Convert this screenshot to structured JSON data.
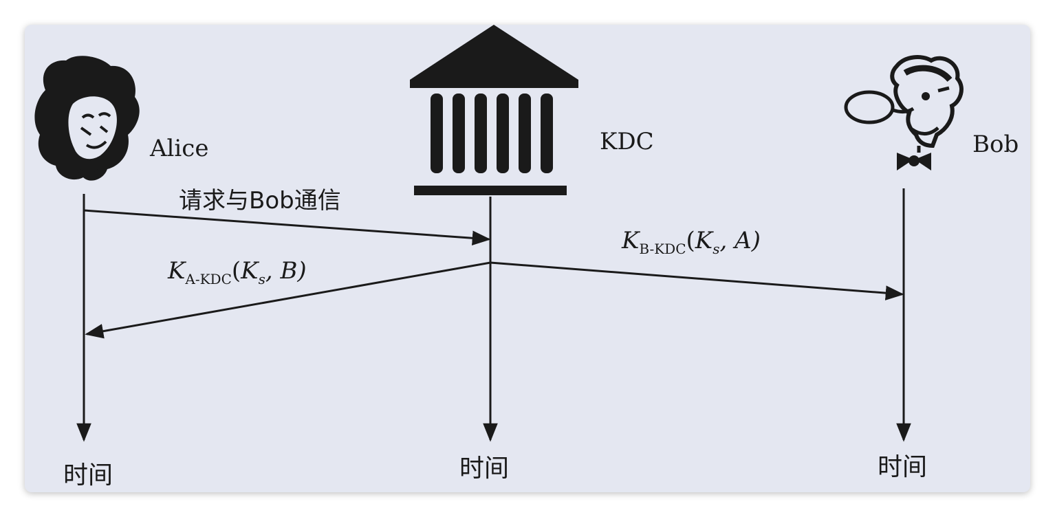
{
  "colors": {
    "background": "#e4e7f1",
    "ink": "#1a1a1a"
  },
  "actors": {
    "alice": {
      "name": "Alice",
      "icon": "alice-portrait-icon"
    },
    "kdc": {
      "name": "KDC",
      "icon": "bank-building-icon"
    },
    "bob": {
      "name": "Bob",
      "icon": "bob-portrait-icon"
    }
  },
  "timelines": {
    "alice_label": "时间",
    "kdc_label": "时间",
    "bob_label": "时间"
  },
  "messages": {
    "request": "请求与Bob通信",
    "to_alice": {
      "key": "K",
      "key_sub": "A-KDC",
      "open": "(",
      "ks": "K",
      "ks_sub": "s",
      "rest": ", B)"
    },
    "to_bob": {
      "key": "K",
      "key_sub": "B-KDC",
      "open": "(",
      "ks": "K",
      "ks_sub": "s",
      "rest": ", A)"
    }
  }
}
